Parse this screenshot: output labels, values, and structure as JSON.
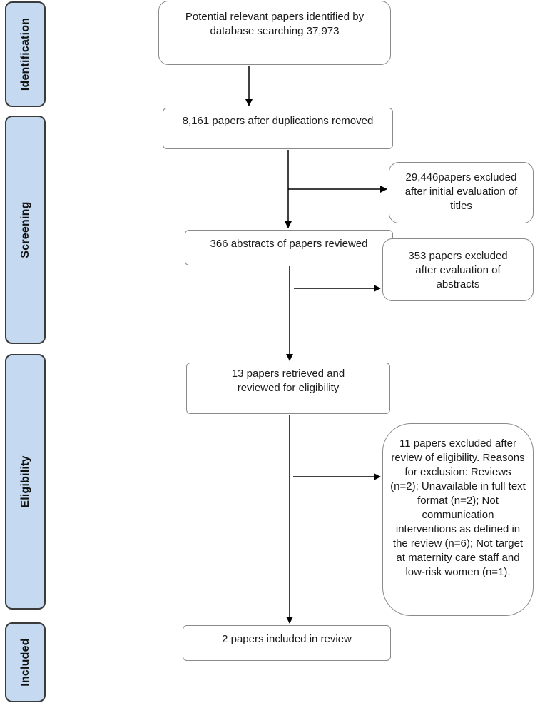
{
  "stages": {
    "identification": "Identification",
    "screening": "Screening",
    "eligibility": "Eligibility",
    "included": "Included"
  },
  "boxes": {
    "identified": "Potential relevant papers identified by database searching 37,973",
    "deduplicated": "8,161 papers after duplications removed",
    "excluded_titles": "29,446papers excluded after initial evaluation of titles",
    "abstracts_reviewed": "366 abstracts of papers reviewed",
    "excluded_abstracts": "353 papers excluded after evaluation of abstracts",
    "retrieved": "13 papers retrieved and reviewed for eligibility",
    "excluded_eligibility": "11 papers excluded after review of eligibility. Reasons for exclusion: Reviews (n=2); Unavailable in full text format (n=2); Not communication interventions as defined in the review (n=6); Not target at maternity care staff and low-risk women (n=1).",
    "included": "2 papers included in review"
  },
  "colors": {
    "stage_fill": "#c5d9f1",
    "box_border": "#8a8a8a",
    "arrow": "#000000"
  }
}
